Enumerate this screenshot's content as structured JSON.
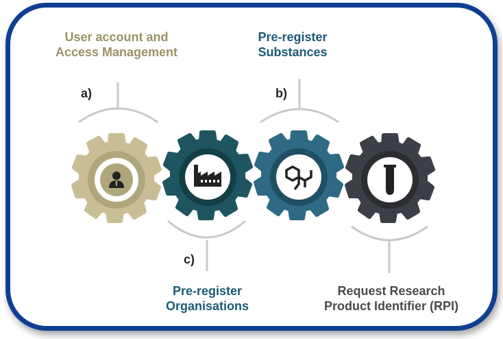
{
  "labels": {
    "user_account": {
      "line1": "User account and",
      "line2": "Access Management"
    },
    "pre_register_substances": {
      "line1": "Pre-register",
      "line2": "Substances"
    },
    "pre_register_organisations": {
      "line1": "Pre-register",
      "line2": "Organisations"
    },
    "request_rpi": {
      "line1": "Request Research",
      "line2": "Product Identifier (RPI)"
    }
  },
  "markers": {
    "a": "a)",
    "b": "b)",
    "c": "c)"
  },
  "colors": {
    "frame": "#0f3f93",
    "gear_user": "#c8bd94",
    "gear_org": "#1e5560",
    "gear_substance": "#2e6a84",
    "gear_rpi": "#3c3f45",
    "label_user": "#9b9168",
    "label_blue": "#1d5a78",
    "label_gray": "#4a4a4a",
    "arc": "#c9c9c9"
  },
  "icons": [
    "person-icon",
    "factory-icon",
    "molecule-icon",
    "test-tube-icon"
  ]
}
